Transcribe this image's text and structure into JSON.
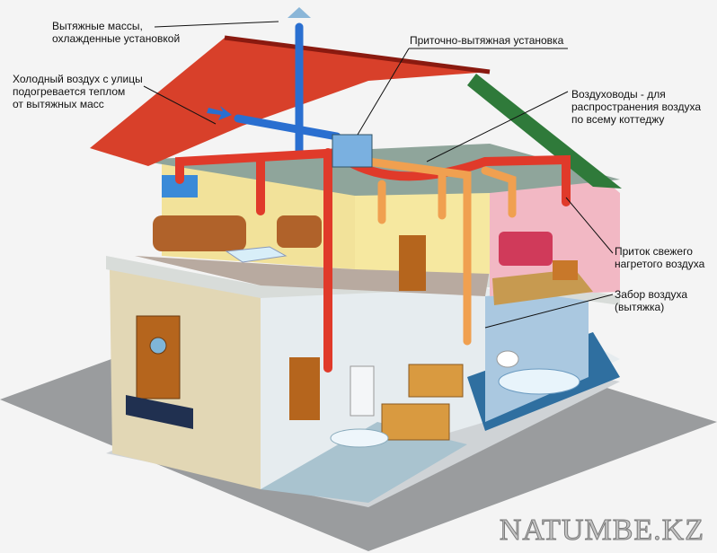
{
  "labels": {
    "exhaust_cooled": "Вытяжные массы,\nохлажденные установкой",
    "cold_air": "Холодный воздух с улицы\nподогревается теплом\nот вытяжных масс",
    "unit": "Приточно-вытяжная установка",
    "ducts": "Воздуховоды - для\nраспространения воздуха\nпо всему коттеджу",
    "fresh_supply": "Приток свежего\nнагретого воздуха",
    "exhaust_intake": "Забор воздуха\n(вытяжка)"
  },
  "watermark": "NATUMBE.KZ",
  "colors": {
    "supply_duct": "#e03a2a",
    "warm_duct": "#f0a050",
    "exhaust_duct": "#2a6fd0",
    "roof": "#d8402a",
    "roof_back": "#2f7a3a"
  }
}
